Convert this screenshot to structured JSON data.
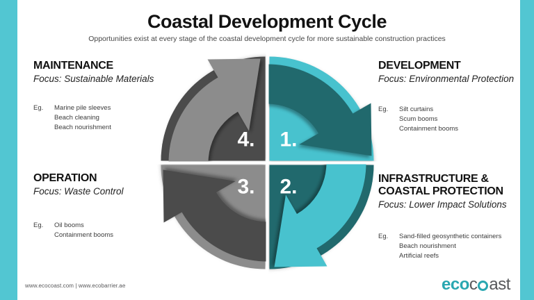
{
  "slide": {
    "title": "Coastal Development Cycle",
    "subtitle": "Opportunities exist at every stage of the coastal development cycle for more sustainable construction practices"
  },
  "stages": {
    "development": {
      "number": "1.",
      "name_lines": [
        "DEVELOPMENT"
      ],
      "focus": "Focus: Environmental Protection",
      "eg_label": "Eg.",
      "examples": [
        "Silt curtains",
        "Scum booms",
        "Containment booms"
      ]
    },
    "infrastructure": {
      "number": "2.",
      "name_lines": [
        "INFRASTRUCTURE &",
        "COASTAL PROTECTION"
      ],
      "focus": "Focus: Lower Impact Solutions",
      "eg_label": "Eg.",
      "examples": [
        "Sand-filled geosynthetic containers",
        "Beach nourishment",
        "Artificial reefs"
      ]
    },
    "operation": {
      "number": "3.",
      "name_lines": [
        "OPERATION"
      ],
      "focus": "Focus: Waste Control",
      "eg_label": "Eg.",
      "examples": [
        "Oil booms",
        "Containment booms"
      ]
    },
    "maintenance": {
      "number": "4.",
      "name_lines": [
        "MAINTENANCE"
      ],
      "focus": "Focus: Sustainable Materials",
      "eg_label": "Eg.",
      "examples": [
        "Marine pile sleeves",
        "Beach cleaning",
        "Beach nourishment"
      ]
    }
  },
  "footer": {
    "links": "www.ecocoast.com | www.ecobarrier.ae",
    "logo": {
      "eco": "eco",
      "c": "c",
      "ast": "ast"
    }
  },
  "colors": {
    "border_cyan": "#52C6D2",
    "quadrant_cyan": "#48C2CE",
    "quadrant_teal_dark": "#21696D",
    "quadrant_gray_mid": "#8C8C8C",
    "quadrant_gray_dark": "#4B4B4B",
    "logo_teal": "#29A7B1",
    "logo_gray": "#57585B"
  }
}
